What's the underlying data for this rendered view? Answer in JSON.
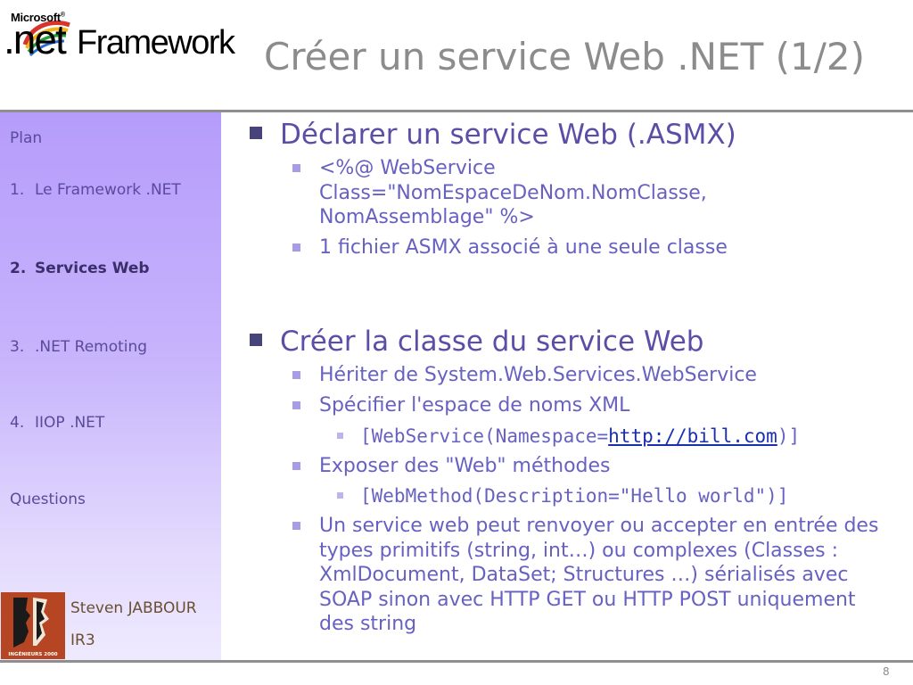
{
  "header": {
    "logo_company": "Microsoft",
    "logo_dotnet": ".net",
    "logo_framework": "Framework",
    "title": "Créer un service Web .NET (1/2)"
  },
  "sidebar": {
    "items": [
      {
        "num": "",
        "label": "Plan"
      },
      {
        "num": "1.",
        "label": "Le Framework .NET"
      },
      {
        "num": "2.",
        "label": "Services Web",
        "active": true
      },
      {
        "num": "3.",
        "label": ".NET Remoting"
      },
      {
        "num": "4.",
        "label": "IIOP .NET"
      },
      {
        "num": "",
        "label": "Questions"
      }
    ],
    "author_name": "Steven JABBOUR",
    "author_class": "IR3",
    "author_logo_text": "INGÉNIEURS 2000"
  },
  "content": {
    "section1": {
      "heading": "Déclarer un service Web (.ASMX)",
      "bullets": [
        "<%@ WebService Class=\"NomEspaceDeNom.NomClasse, NomAssemblage\" %>",
        "1 fichier ASMX associé à une seule classe"
      ]
    },
    "section2": {
      "heading": "Créer la classe du service Web",
      "b1": "Hériter de System.Web.Services.WebService",
      "b2": "Spécifier l'espace de noms XML",
      "b2_sub_prefix": "[WebService(Namespace=",
      "b2_sub_link": "http://bill.com",
      "b2_sub_suffix": ")]",
      "b3": "Exposer des \"Web\" méthodes",
      "b3_sub": "[WebMethod(Description=\"Hello world\")]",
      "b4": "Un service web peut renvoyer ou accepter en entrée des types primitifs (string, int…) ou complexes (Classes : XmlDocument, DataSet; Structures …) sérialisés avec SOAP sinon avec HTTP GET ou HTTP POST uniquement des string"
    }
  },
  "footer": {
    "page_number": "8"
  }
}
